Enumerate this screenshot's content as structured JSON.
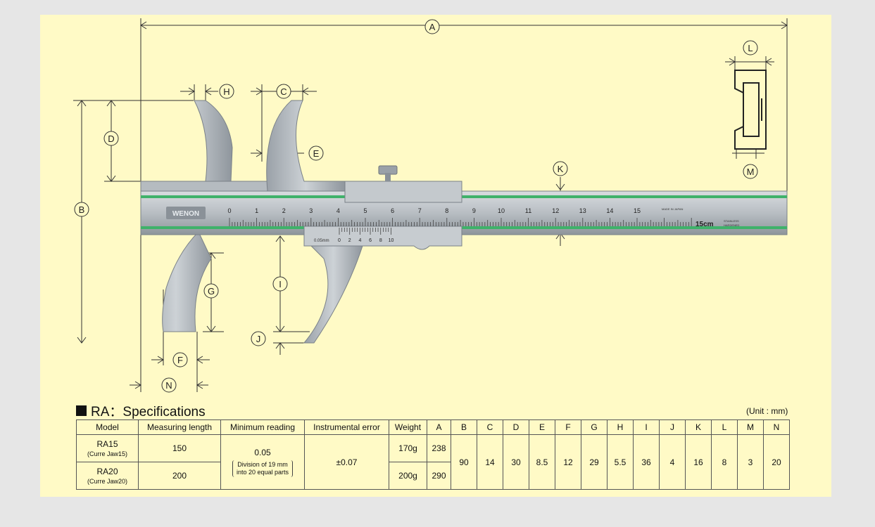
{
  "dimension_labels": [
    "A",
    "B",
    "C",
    "D",
    "E",
    "F",
    "G",
    "H",
    "I",
    "J",
    "K",
    "L",
    "M",
    "N"
  ],
  "ruler": {
    "brand": "WENON",
    "main_scale_numbers": [
      "0",
      "1",
      "2",
      "3",
      "4",
      "5",
      "6",
      "7",
      "8",
      "9",
      "10",
      "11",
      "12",
      "13",
      "14",
      "15"
    ],
    "size_mark": "15cm",
    "made_in": "MADE IN JAPAN",
    "stainless": "STAINLESS",
    "hardened": "HARDENED",
    "vernier_unit": "0.05mm",
    "vernier_numbers": [
      "0",
      "2",
      "4",
      "6",
      "8",
      "10"
    ]
  },
  "spec": {
    "title": "RA：Specifications",
    "unit": "(Unit : mm)",
    "headers": [
      "Model",
      "Measuring length",
      "Minimum reading",
      "Instrumental error",
      "Weight",
      "A",
      "B",
      "C",
      "D",
      "E",
      "F",
      "G",
      "H",
      "I",
      "J",
      "K",
      "L",
      "M",
      "N"
    ],
    "rows": [
      {
        "model": "RA15",
        "model_sub": "(Curre Jaw15)",
        "length": "150",
        "weight": "170g",
        "A": "238"
      },
      {
        "model": "RA20",
        "model_sub": "(Curre Jaw20)",
        "length": "200",
        "weight": "200g",
        "A": "290"
      }
    ],
    "min_reading": "0.05",
    "min_reading_note_1": "Division of 19 mm",
    "min_reading_note_2": "into 20 equal parts",
    "instrumental_error": "±0.07",
    "shared": {
      "B": "90",
      "C": "14",
      "D": "30",
      "E": "8.5",
      "F": "12",
      "G": "29",
      "H": "5.5",
      "I": "36",
      "J": "4",
      "K": "16",
      "L": "8",
      "M": "3",
      "N": "20"
    }
  }
}
